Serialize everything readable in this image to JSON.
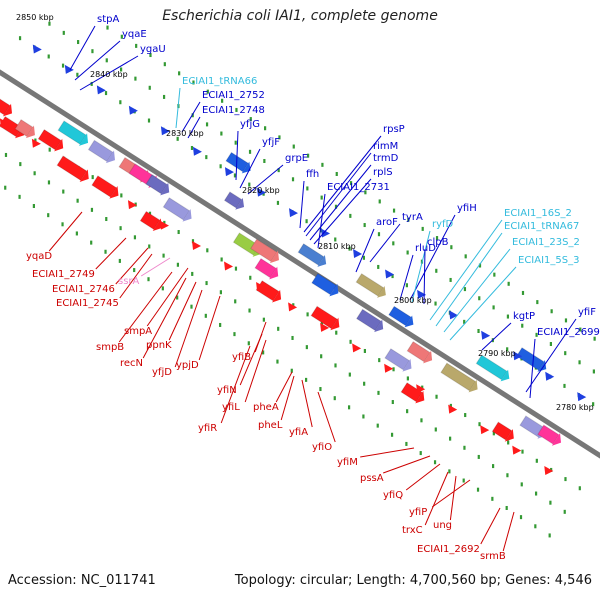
{
  "title": "Escherichia coli IAI1, complete genome",
  "accession": "Accession: NC_011741",
  "summary": "Topology: circular; Length: 4,700,560 bp; Genes: 4,546",
  "colors": {
    "backbone": "#777777",
    "forward_label": "#0000cc",
    "reverse_label": "#cc0000",
    "rna_label": "#33bbdd",
    "pink_label": "#ee88cc",
    "tick": "#339933"
  },
  "kbp_markers": [
    {
      "text": "2850 kbp"
    },
    {
      "text": "2840 kbp"
    },
    {
      "text": "2830 kbp"
    },
    {
      "text": "2820 kbp"
    },
    {
      "text": "2810 kbp"
    },
    {
      "text": "2800 kbp"
    },
    {
      "text": "2790 kbp"
    },
    {
      "text": "2780 kbp"
    }
  ],
  "labels_top": [
    {
      "text": "stpA",
      "kind": "forward"
    },
    {
      "text": "yqaE",
      "kind": "forward"
    },
    {
      "text": "ygaU",
      "kind": "forward"
    },
    {
      "text": "ECIAI1_tRNA66",
      "kind": "rna"
    },
    {
      "text": "ECIAI1_2752",
      "kind": "forward"
    },
    {
      "text": "ECIAI1_2748",
      "kind": "forward"
    },
    {
      "text": "yfjG",
      "kind": "forward"
    },
    {
      "text": "yfjF",
      "kind": "forward"
    },
    {
      "text": "grpE",
      "kind": "forward"
    },
    {
      "text": "ffh",
      "kind": "forward"
    },
    {
      "text": "rpsP",
      "kind": "forward"
    },
    {
      "text": "rimM",
      "kind": "forward"
    },
    {
      "text": "trmD",
      "kind": "forward"
    },
    {
      "text": "rplS",
      "kind": "forward"
    },
    {
      "text": "ECIAI1_2731",
      "kind": "forward"
    },
    {
      "text": "aroF",
      "kind": "forward"
    },
    {
      "text": "tyrA",
      "kind": "forward"
    },
    {
      "text": "yfiH",
      "kind": "forward"
    },
    {
      "text": "ryfD",
      "kind": "rna"
    },
    {
      "text": "rluD",
      "kind": "forward"
    },
    {
      "text": "clpB",
      "kind": "forward"
    },
    {
      "text": "ECIAI1_16S_2",
      "kind": "rna"
    },
    {
      "text": "ECIAI1_tRNA67",
      "kind": "rna"
    },
    {
      "text": "ECIAI1_23S_2",
      "kind": "rna"
    },
    {
      "text": "ECIAI1_5S_3",
      "kind": "rna"
    },
    {
      "text": "kgtP",
      "kind": "forward"
    },
    {
      "text": "yfiF",
      "kind": "forward"
    },
    {
      "text": "ECIAI1_2699",
      "kind": "forward"
    }
  ],
  "labels_bottom": [
    {
      "text": "yqaD",
      "kind": "reverse"
    },
    {
      "text": "ECIAI1_2749",
      "kind": "reverse"
    },
    {
      "text": "ECIAI1_2746",
      "kind": "reverse"
    },
    {
      "text": "ECIAI1_2745",
      "kind": "reverse"
    },
    {
      "text": "ssrA",
      "kind": "pink"
    },
    {
      "text": "smpA",
      "kind": "reverse"
    },
    {
      "text": "smpB",
      "kind": "reverse"
    },
    {
      "text": "recN",
      "kind": "reverse"
    },
    {
      "text": "ppnK",
      "kind": "reverse"
    },
    {
      "text": "yfjD",
      "kind": "reverse"
    },
    {
      "text": "ypjD",
      "kind": "reverse"
    },
    {
      "text": "yfiB",
      "kind": "reverse"
    },
    {
      "text": "yfiN",
      "kind": "reverse"
    },
    {
      "text": "yfiL",
      "kind": "reverse"
    },
    {
      "text": "yfiR",
      "kind": "reverse"
    },
    {
      "text": "pheA",
      "kind": "reverse"
    },
    {
      "text": "pheL",
      "kind": "reverse"
    },
    {
      "text": "yfiA",
      "kind": "reverse"
    },
    {
      "text": "yfiO",
      "kind": "reverse"
    },
    {
      "text": "yfiM",
      "kind": "reverse"
    },
    {
      "text": "pssA",
      "kind": "reverse"
    },
    {
      "text": "yfiQ",
      "kind": "reverse"
    },
    {
      "text": "yfiP",
      "kind": "reverse"
    },
    {
      "text": "ung",
      "kind": "reverse"
    },
    {
      "text": "trxC",
      "kind": "reverse"
    },
    {
      "text": "ECIAI1_2692",
      "kind": "reverse"
    },
    {
      "text": "srmB",
      "kind": "reverse"
    }
  ]
}
